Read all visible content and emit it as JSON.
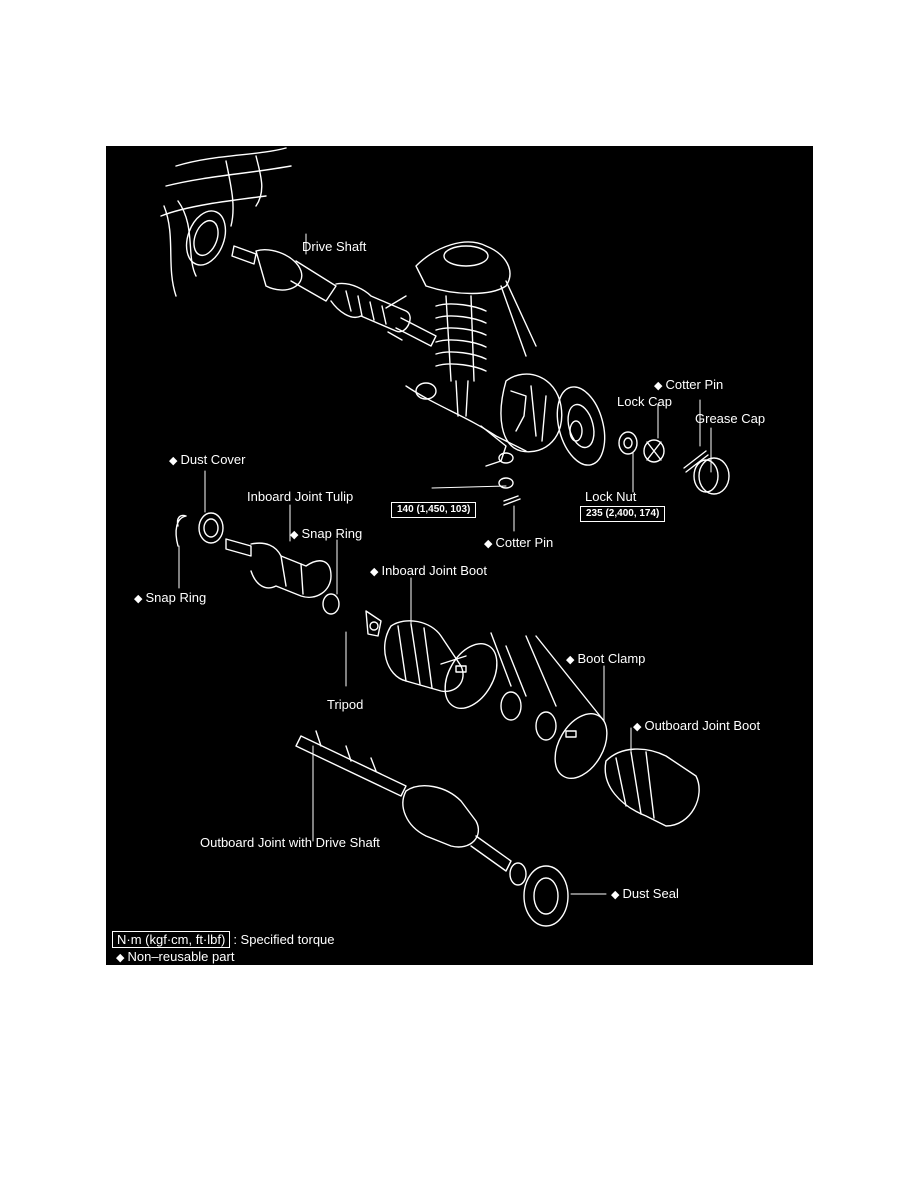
{
  "labels": {
    "drive_shaft": "Drive Shaft",
    "cotter_pin_top": "Cotter Pin",
    "lock_cap": "Lock Cap",
    "grease_cap": "Grease Cap",
    "dust_cover": "Dust Cover",
    "inboard_joint_tulip": "Inboard Joint Tulip",
    "lock_nut": "Lock Nut",
    "snap_ring_right": "Snap Ring",
    "cotter_pin_bottom": "Cotter Pin",
    "inboard_joint_boot": "Inboard Joint Boot",
    "snap_ring_left": "Snap Ring",
    "boot_clamp": "Boot Clamp",
    "tripod": "Tripod",
    "outboard_joint_boot": "Outboard Joint Boot",
    "outboard_joint_with_drive_shaft": "Outboard Joint with Drive Shaft",
    "dust_seal": "Dust Seal"
  },
  "torques": {
    "knuckle_nut": "140 (1,450, 103)",
    "lock_nut": "235 (2,400, 174)"
  },
  "legend": {
    "torque_unit": "N·m (kgf·cm, ft·lbf)",
    "torque_desc": ": Specified torque",
    "nonreusable_desc": "Non–reusable part"
  },
  "marker_symbol": "◆",
  "colors": {
    "background": "#000000",
    "line": "#ffffff"
  }
}
